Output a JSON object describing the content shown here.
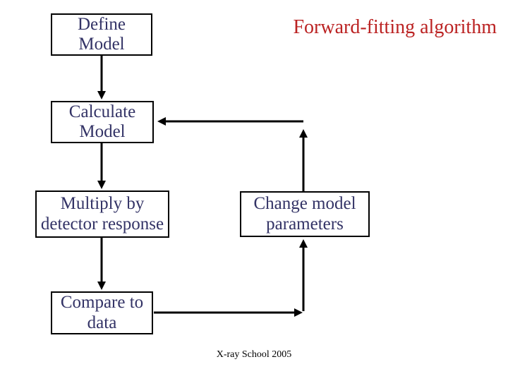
{
  "slide": {
    "title": "Forward-fitting algorithm",
    "footer": "X-ray School 2005",
    "colors": {
      "title_red": "#bb2222",
      "box_text": "#333366",
      "box_border": "#000000",
      "line": "#000000",
      "footer_text": "#000000",
      "background": "#ffffff"
    },
    "boxes": [
      {
        "id": "define-model",
        "label": "Define\nModel"
      },
      {
        "id": "calculate-model",
        "label": "Calculate\nModel"
      },
      {
        "id": "multiply-detector-response",
        "label": "Multiply by\ndetector response"
      },
      {
        "id": "change-model-parameters",
        "label": "Change model\nparameters"
      },
      {
        "id": "compare-to-data",
        "label": "Compare to\ndata"
      }
    ],
    "arrows": [
      {
        "from": "define-model",
        "to": "calculate-model"
      },
      {
        "from": "calculate-model",
        "to": "multiply-detector-response"
      },
      {
        "from": "multiply-detector-response",
        "to": "compare-to-data"
      },
      {
        "from": "compare-to-data",
        "to": "change-model-parameters"
      },
      {
        "from": "change-model-parameters",
        "to": "calculate-model"
      }
    ]
  }
}
